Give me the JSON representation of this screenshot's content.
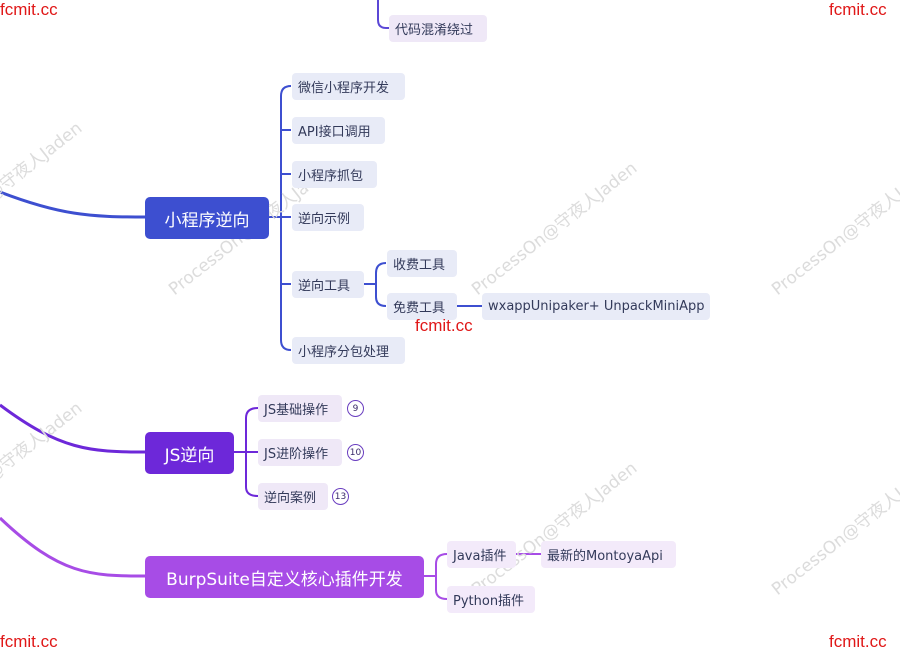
{
  "nodes": {
    "code_obfuscation_bypass": "代码混淆绕过",
    "miniprogram_reverse": {
      "label": "小程序逆向",
      "children": {
        "wechat_dev": "微信小程序开发",
        "api_call": "API接口调用",
        "capture": "小程序抓包",
        "example": "逆向示例",
        "tools": "逆向工具",
        "paid_tools": "收费工具",
        "free_tools": "免费工具",
        "free_tools_item": "wxappUnipaker+ UnpackMiniApp",
        "subpackage": "小程序分包处理"
      }
    },
    "js_reverse": {
      "label": "JS逆向",
      "children": [
        {
          "label": "JS基础操作",
          "count": "9"
        },
        {
          "label": "JS进阶操作",
          "count": "10"
        },
        {
          "label": "逆向案例",
          "count": "13"
        }
      ]
    },
    "burpsuite": {
      "label": "BurpSuite自定义核心插件开发",
      "java_plugin": "Java插件",
      "java_item": "最新的MontoyaApi",
      "python_plugin": "Python插件"
    }
  },
  "watermarks": {
    "site": "fcmit.cc",
    "author": "ProcessOn@守夜人Jaden"
  },
  "colors": {
    "miniprogram": "#3d4fd0",
    "js": "#6d28d9",
    "burp": "#a74ce6"
  }
}
